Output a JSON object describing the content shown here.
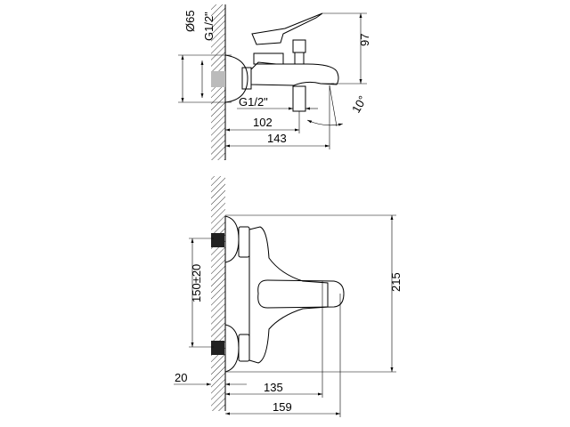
{
  "side_view": {
    "dim_flange_diameter": "Ø65",
    "dim_wall_thread": "G1/2\"",
    "dim_height": "97",
    "dim_outlet_thread": "G1/2\"",
    "dim_outlet_distance": "102",
    "dim_spout_length": "143",
    "dim_spout_angle": "10°"
  },
  "front_view": {
    "dim_inlet_spacing": "150±20",
    "dim_total_height": "215",
    "dim_wall_offset": "20",
    "dim_lever_reach": "135",
    "dim_total_depth": "159"
  }
}
